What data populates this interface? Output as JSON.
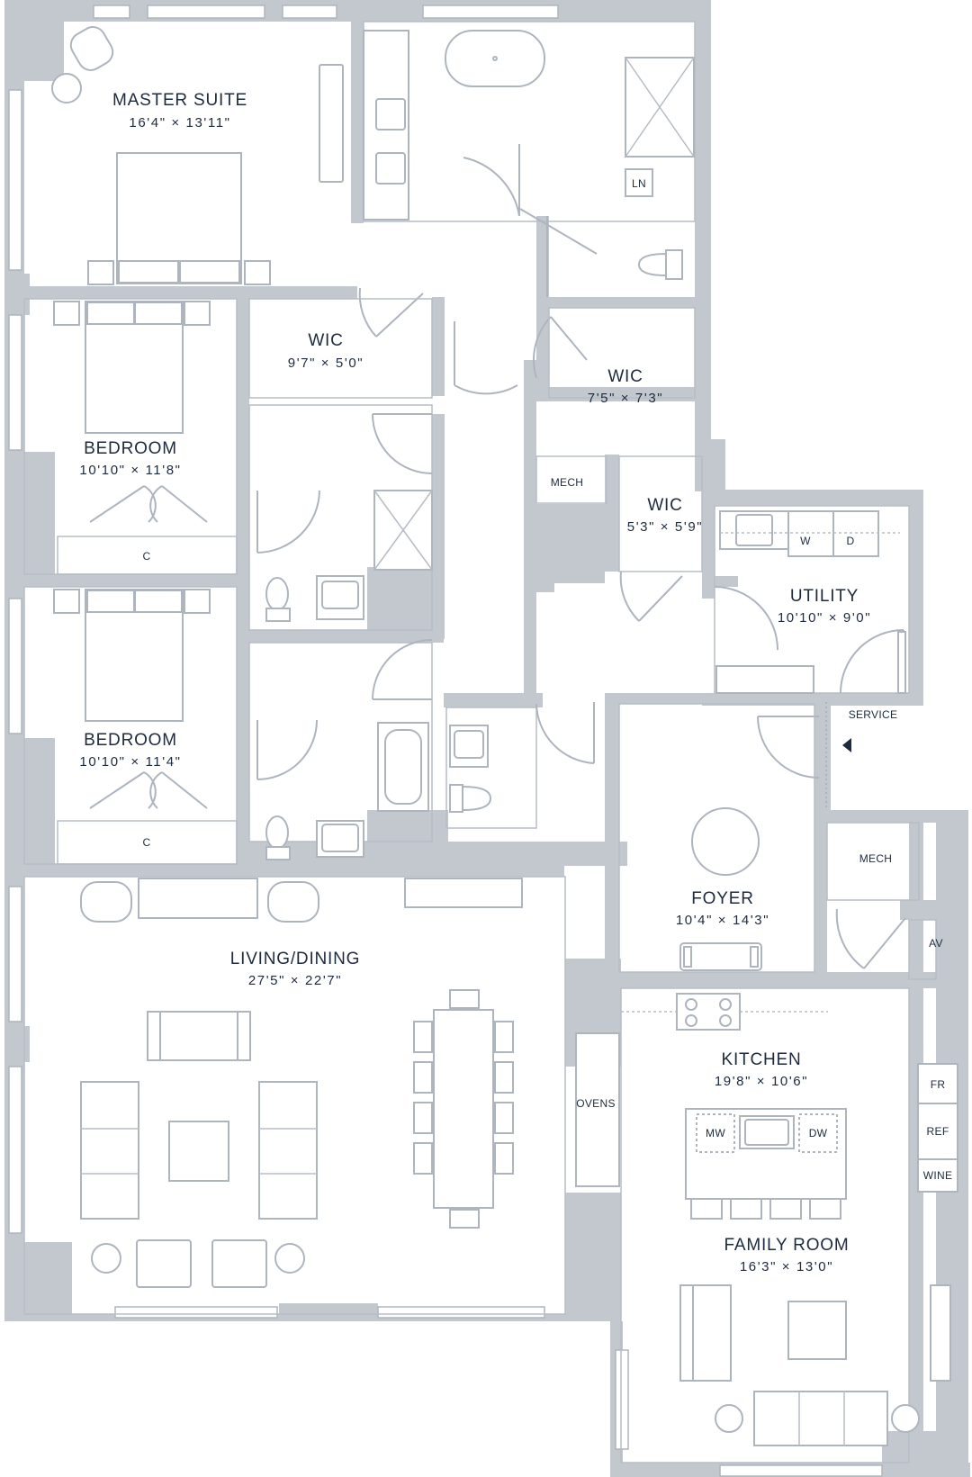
{
  "rooms": {
    "master_suite": {
      "name": "MASTER SUITE",
      "dims": "16'4\" × 13'11\""
    },
    "wic_1": {
      "name": "WIC",
      "dims": "9'7\" × 5'0\""
    },
    "wic_2": {
      "name": "WIC",
      "dims": "7'5\" × 7'3\""
    },
    "wic_3": {
      "name": "WIC",
      "dims": "5'3\" × 5'9\""
    },
    "bedroom_1": {
      "name": "BEDROOM",
      "dims": "10'10\" × 11'8\""
    },
    "bedroom_2": {
      "name": "BEDROOM",
      "dims": "10'10\" × 11'4\""
    },
    "utility": {
      "name": "UTILITY",
      "dims": "10'10\" × 9'0\""
    },
    "foyer": {
      "name": "FOYER",
      "dims": "10'4\" × 14'3\""
    },
    "living_dining": {
      "name": "LIVING/DINING",
      "dims": "27'5\" × 22'7\""
    },
    "kitchen": {
      "name": "KITCHEN",
      "dims": "19'8\" × 10'6\""
    },
    "family_room": {
      "name": "FAMILY ROOM",
      "dims": "16'3\" × 13'0\""
    }
  },
  "labels": {
    "ln": "LN",
    "mech_1": "MECH",
    "mech_2": "MECH",
    "closet_1": "C",
    "closet_2": "C",
    "washer": "W",
    "dryer": "D",
    "service": "SERVICE",
    "av": "AV",
    "ovens": "OVENS",
    "mw": "MW",
    "dw": "DW",
    "fr": "FR",
    "ref": "REF",
    "wine": "WINE"
  },
  "colors": {
    "wall": "#c3c8cf",
    "text": "#1e2a3e",
    "line": "#aeb5be"
  },
  "icons": {
    "entry": "entry-arrow-icon"
  }
}
